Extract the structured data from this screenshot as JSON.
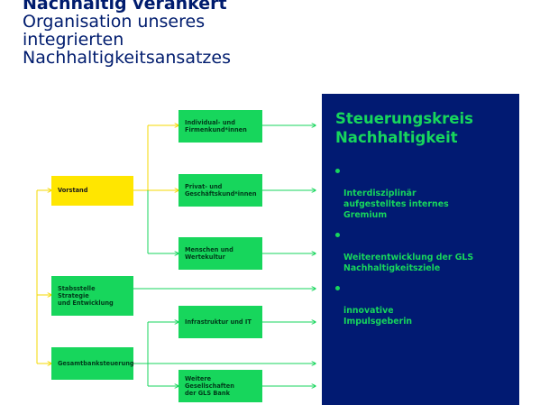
{
  "header": {
    "title": "Nachhaltig verankert",
    "subtitle": "Organisation unseres integrierten Nachhaltigkeitsansatzes"
  },
  "colors": {
    "navy": "#011a72",
    "green": "#17d65c",
    "yellow": "#ffe600",
    "yellow_line": "#f5d800"
  },
  "left_boxes": [
    {
      "id": "vorstand",
      "label": "Vorstand",
      "highlight": true
    },
    {
      "id": "stabsstelle",
      "label": "Stabsstelle Strategie\nund Entwicklung",
      "highlight": false
    },
    {
      "id": "gesamtbank",
      "label": "Gesamtbanksteuerung",
      "highlight": false
    }
  ],
  "middle_boxes": [
    {
      "id": "individual",
      "label": "Individual- und\nFirmenkund*innen"
    },
    {
      "id": "privat",
      "label": "Privat- und\nGeschäftskund*innen"
    },
    {
      "id": "menschen",
      "label": "Menschen und\nWertekultur"
    },
    {
      "id": "infrastruktur",
      "label": "Infrastruktur und IT"
    },
    {
      "id": "weitere",
      "label": "Weitere Gesellschaften\nder GLS Bank"
    }
  ],
  "steering": {
    "title": "Steuerungskreis\nNachhaltigkeit",
    "points": [
      "Interdisziplinär\naufgestelltes internes\nGremium",
      "Weiterentwicklung der GLS\nNachhaltigkeitsziele",
      "innovative\nImpulsgeberin"
    ]
  }
}
